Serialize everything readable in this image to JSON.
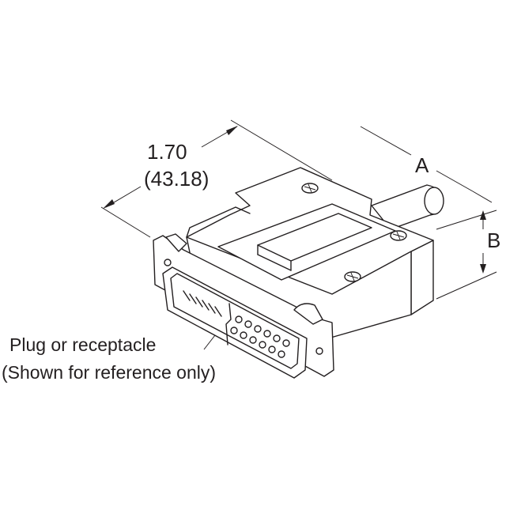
{
  "dimensions": {
    "length_inches": "1.70",
    "length_mm": "(43.18)",
    "label_a": "A",
    "label_b": "B"
  },
  "callout": {
    "line1": "Plug or receptacle",
    "line2": "(Shown for reference only)"
  }
}
